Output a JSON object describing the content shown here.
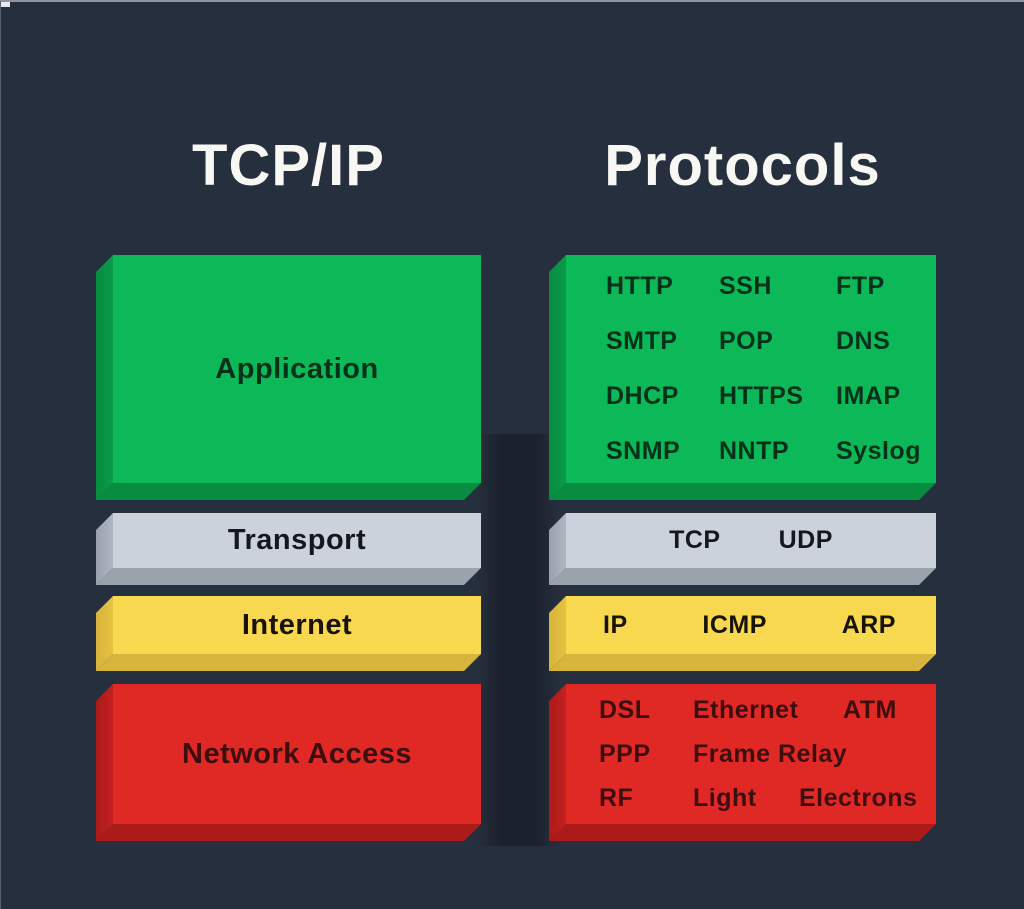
{
  "titles": {
    "left": "TCP/IP",
    "right": "Protocols"
  },
  "colors": {
    "background": "#262F3D",
    "title_text": "#F7F7F4",
    "application_green": "#0CB857",
    "transport_gray": "#CCD2DB",
    "internet_yellow": "#F7D84F",
    "network_red": "#E02825"
  },
  "layers": [
    {
      "name": "Application",
      "protocols": [
        [
          "HTTP",
          "SSH",
          "FTP"
        ],
        [
          "SMTP",
          "POP",
          "DNS"
        ],
        [
          "DHCP",
          "HTTPS",
          "IMAP"
        ],
        [
          "SNMP",
          "NNTP",
          "Syslog"
        ]
      ]
    },
    {
      "name": "Transport",
      "protocols": [
        [
          "TCP",
          "UDP"
        ]
      ]
    },
    {
      "name": "Internet",
      "protocols": [
        [
          "IP",
          "ICMP",
          "ARP"
        ]
      ]
    },
    {
      "name": "Network Access",
      "protocols": [
        [
          "DSL",
          "Ethernet",
          "ATM"
        ],
        [
          "PPP",
          "Frame Relay"
        ],
        [
          "RF",
          "Light",
          "Electrons"
        ]
      ]
    }
  ]
}
